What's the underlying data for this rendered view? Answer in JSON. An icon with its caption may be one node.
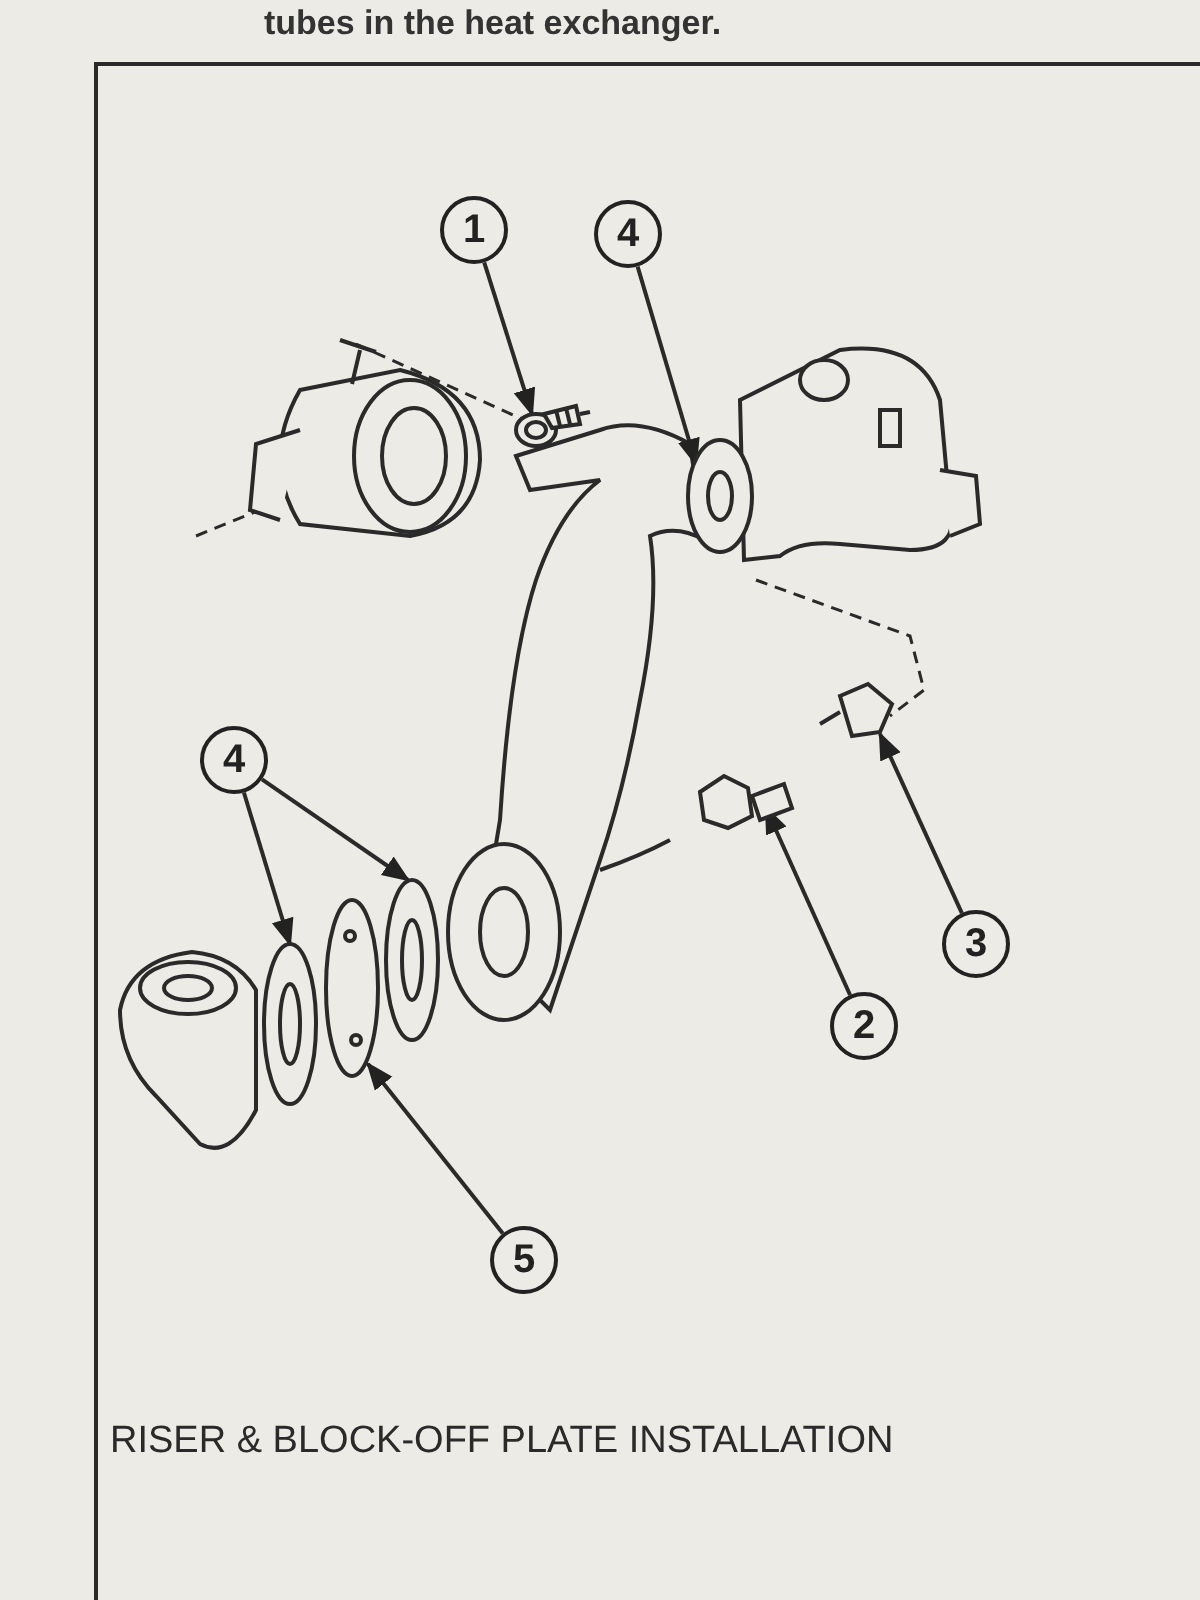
{
  "diagram": {
    "caption": "RISER & BLOCK-OFF PLATE INSTALLATION",
    "nodes": [
      {
        "text": [
          "1"
        ]
      },
      {
        "text": [
          "4"
        ]
      },
      {
        "text": [],
        "shape": "picture"
      },
      {
        "text": [],
        "shape": "picture"
      },
      {
        "text": [
          "4"
        ]
      },
      {
        "text": [],
        "shape": "picture"
      },
      {
        "text": [],
        "shape": "picture"
      },
      {
        "text": [
          "3"
        ]
      },
      {
        "text": [],
        "shape": "picture"
      },
      {
        "text": [],
        "shape": "picture"
      },
      {
        "text": [],
        "shape": "picture"
      },
      {
        "text": [
          "2"
        ]
      },
      {
        "text": [
          "5"
        ]
      }
    ],
    "edges": [
      {
        "from": 0,
        "to": 2,
        "arrow": "to"
      },
      {
        "from": 1,
        "to": 3,
        "arrow": "to"
      },
      {
        "from": 4,
        "to": 8,
        "arrow": "to"
      },
      {
        "from": 4,
        "to": 10,
        "arrow": "to"
      },
      {
        "from": 7,
        "to": 5,
        "arrow": "to"
      },
      {
        "from": 11,
        "to": 6,
        "arrow": "to"
      },
      {
        "from": 12,
        "to": 9,
        "arrow": "to"
      }
    ],
    "labels": [
      "tubes in the heat exchanger."
    ]
  }
}
